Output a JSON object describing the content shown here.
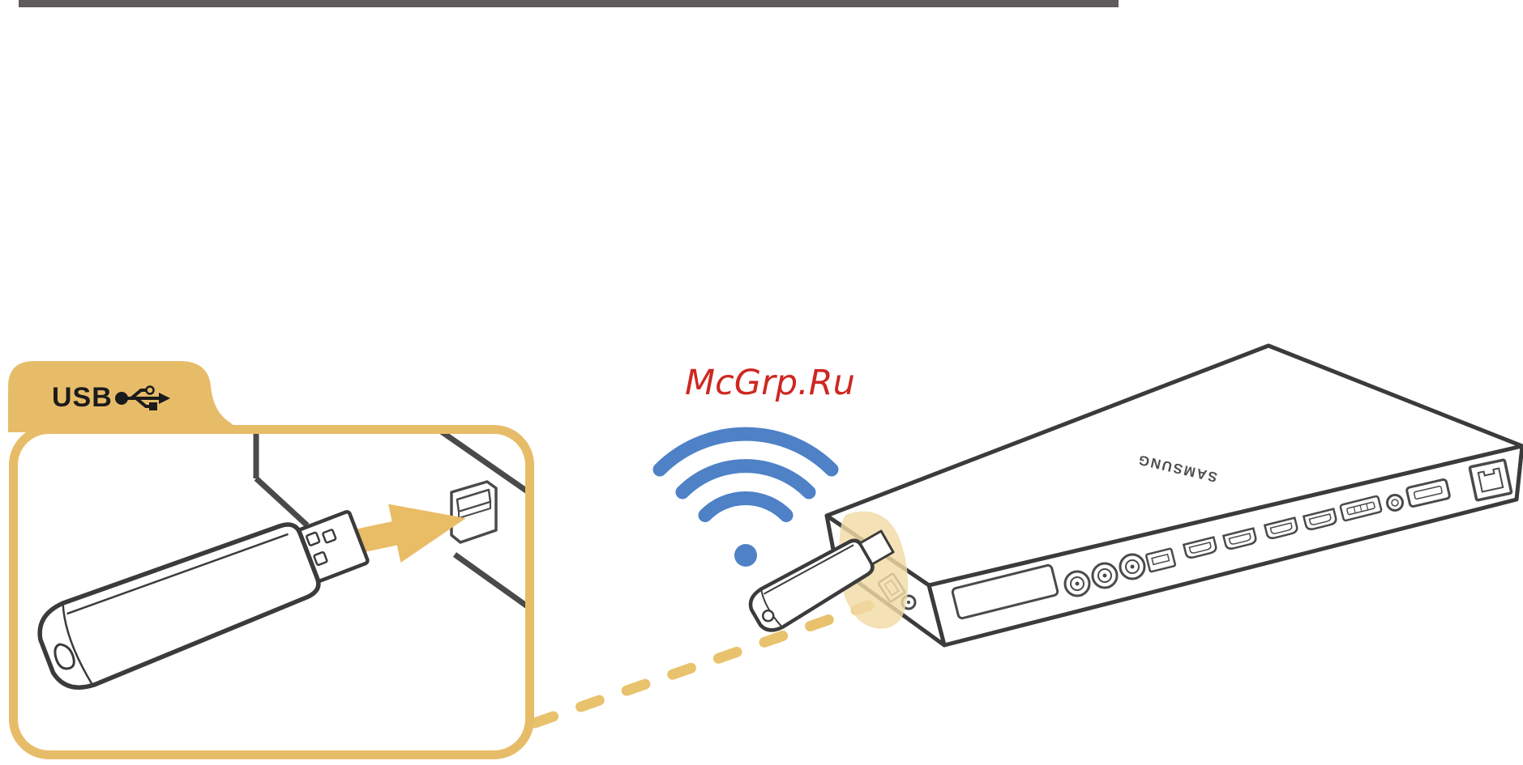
{
  "page": {
    "background": "#FFFFFF"
  },
  "top_bar": {
    "color": "#5E5B5C"
  },
  "watermark": {
    "text": "McGrp.Ru",
    "color": "#CE2722"
  },
  "callout": {
    "tab_label": "USB",
    "accent_color": "#E7BC69",
    "arrow_color": "#E9BD66",
    "line_color": "#4A4A4A",
    "icons": [
      "usb-trident-icon",
      "insert-direction-arrow"
    ],
    "scene": {
      "drive": "usb-wireless-adapter-drawing",
      "port": "usb-port-drawing",
      "panel": "tv-panel-edge-lines"
    }
  },
  "wifi": {
    "icon": "wifi-signal-icon",
    "color": "#4E81C6",
    "bars": 3
  },
  "link_line": {
    "color": "#E9C26E",
    "style": "dashed"
  },
  "device": {
    "brand": "SAMSUNG",
    "line_color": "#3B3B3B",
    "highlight_color": "#F1DAA6",
    "inserted": "usb-wireless-adapter",
    "ports": [
      "panel-label",
      "antenna-in",
      "antenna-in",
      "antenna-in",
      "usb-port",
      "hdmi-port",
      "hdmi-port",
      "hdmi-port",
      "hdmi-port",
      "displayport",
      "audio-jack",
      "one-connect-port",
      "ethernet-port"
    ]
  }
}
